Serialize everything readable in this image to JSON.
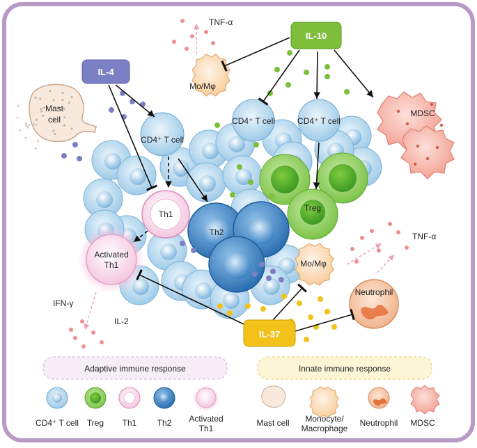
{
  "cytokines": {
    "il4": "IL-4",
    "il10": "IL-10",
    "il37": "IL-37",
    "tnf_top": "TNF-α",
    "tnf_right": "TNF-α",
    "ifn": "IFN-γ",
    "il2": "IL-2"
  },
  "cells": {
    "mast": "Mast cell",
    "mo_top": "Mo/Mφ",
    "mo_mid": "Mo/Mφ",
    "mdsc": "MDSC",
    "cd4_left": "CD4⁺ T cell",
    "cd4_mid": "CD4⁺ T cell",
    "cd4_right": "CD4⁺ T cell",
    "th1": "Th1",
    "th2": "Th2",
    "treg": "Treg",
    "activated_th1": "Activated Th1",
    "neutrophil": "Neutrophil"
  },
  "legend": {
    "adaptive_title": "Adaptive immune response",
    "innate_title": "Innate immune response",
    "adaptive_items": [
      "CD4⁺ T cell",
      "Treg",
      "Th1",
      "Th2",
      "Activated Th1"
    ],
    "innate_items": [
      "Mast cell",
      "Monocyte/ Macrophage",
      "Neutrophil",
      "MDSC"
    ]
  },
  "colors": {
    "frame": "#b99ac7",
    "il4": "#7b7fc4",
    "il10": "#7dbe3a",
    "il37": "#f2c21b",
    "tcell": "#cfe6f5",
    "th2": "#3f86c6",
    "treg": "#7cc448",
    "th1": "#f7d9ea",
    "mo": "#fde1c4",
    "mdsc": "#f6b0a4",
    "neutrophil": "#f4c5a6"
  }
}
